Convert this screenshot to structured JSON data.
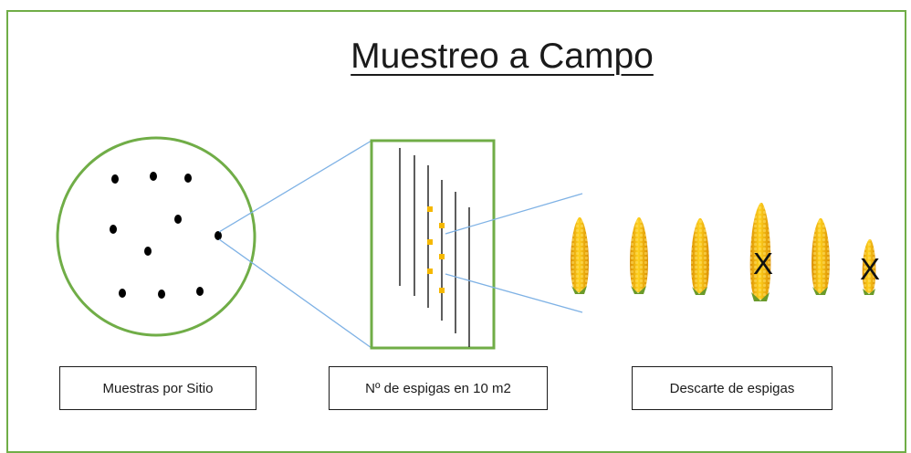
{
  "title": "Muestreo a Campo",
  "labels": {
    "sites": "Muestras por Sitio",
    "count": "Nº de espigas en 10 m2",
    "discard": "Descarte de espigas"
  },
  "discard_mark": "X",
  "colors": {
    "frame": "#70ad47",
    "circle": "#70ad47",
    "rect": "#70ad47",
    "connector": "#7fb2e5",
    "dots": "#000000",
    "plant_markers": "#f5b800",
    "corn": "#f2b800"
  },
  "icons": [
    "sample-dot",
    "crop-row",
    "corn-cob",
    "discard-x"
  ]
}
